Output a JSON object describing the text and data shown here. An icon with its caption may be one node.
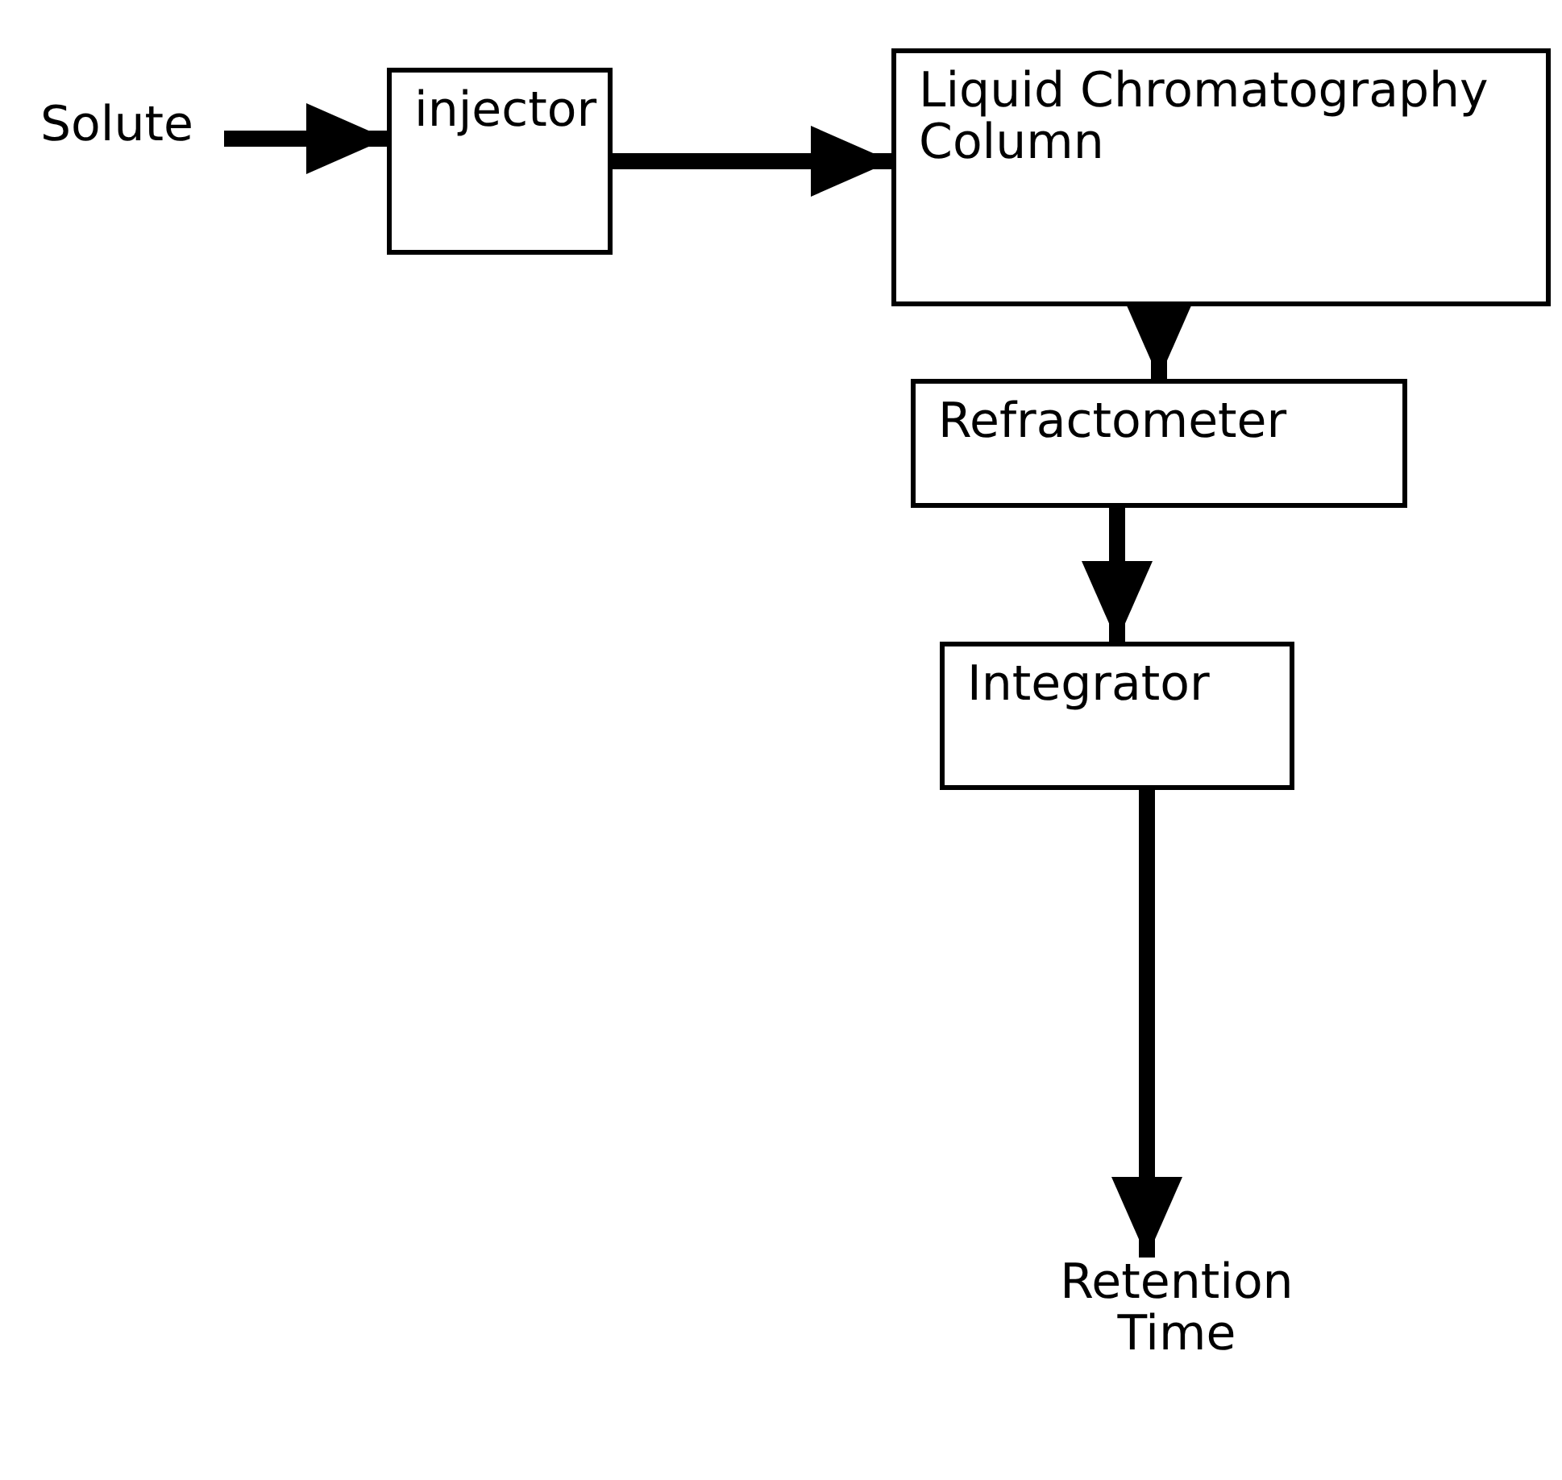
{
  "diagram": {
    "nodes": [
      {
        "text": [
          "Solute"
        ]
      },
      {
        "text": [
          "injector"
        ]
      },
      {
        "text": [
          "Liquid Chromatography Column"
        ]
      },
      {
        "text": [
          "Refractometer"
        ]
      },
      {
        "text": [
          "Integrator"
        ]
      },
      {
        "text": [
          "Retention Time"
        ]
      }
    ],
    "edges": [
      {
        "from": 0,
        "to": 1,
        "arrow": "to"
      },
      {
        "from": 1,
        "to": 2,
        "arrow": "to"
      },
      {
        "from": 2,
        "to": 3,
        "arrow": "to"
      },
      {
        "from": 3,
        "to": 4,
        "arrow": "to"
      },
      {
        "from": 4,
        "to": 5,
        "arrow": "to"
      }
    ]
  }
}
